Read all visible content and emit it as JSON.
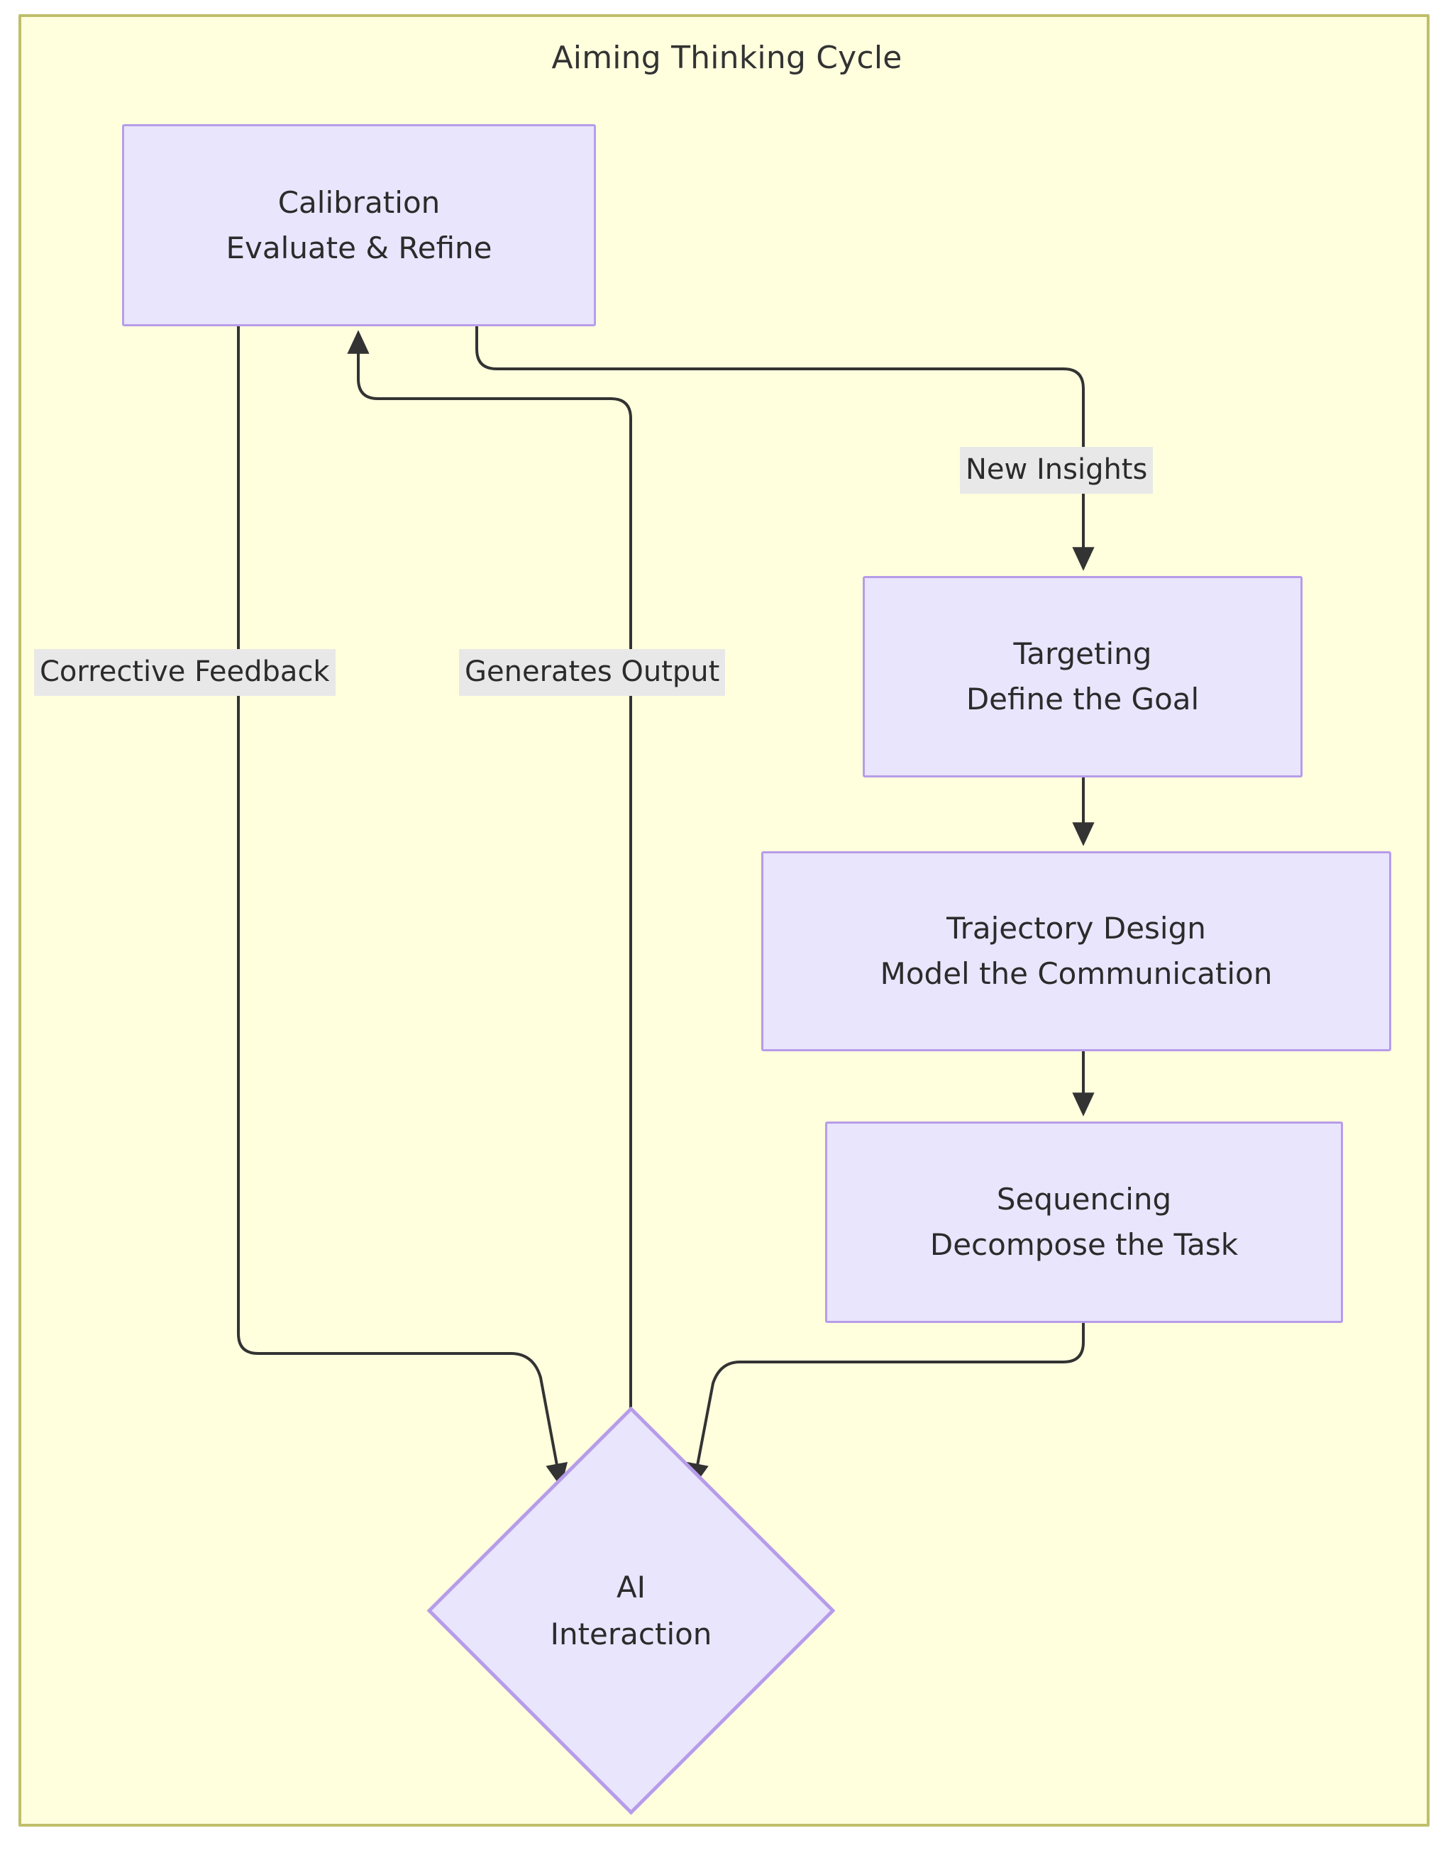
{
  "diagram": {
    "title": "Aiming Thinking Cycle",
    "type": "flowchart",
    "direction": "bottom-to-top-cycle",
    "frame_fill": "#ffffde",
    "frame_border": "#bfbf6b",
    "node_fill": "#e9e5fc",
    "node_border": "#b79cea",
    "edge_color": "#333333",
    "label_bg": "#e8e8e8",
    "text_color": "#2b2b2b"
  },
  "nodes": [
    {
      "id": "calibration",
      "shape": "rectangle",
      "line1": "Calibration",
      "line2": "Evaluate & Refine"
    },
    {
      "id": "targeting",
      "shape": "rectangle",
      "line1": "Targeting",
      "line2": "Define the Goal"
    },
    {
      "id": "trajectory",
      "shape": "rectangle",
      "line1": "Trajectory Design",
      "line2": "Model the Communication"
    },
    {
      "id": "sequencing",
      "shape": "rectangle",
      "line1": "Sequencing",
      "line2": "Decompose the Task"
    },
    {
      "id": "ai-interaction",
      "shape": "diamond",
      "line1": "AI",
      "line2": "Interaction"
    }
  ],
  "edges": [
    {
      "id": "calibration-to-ai",
      "from": "calibration",
      "to": "ai-interaction",
      "label": "Corrective Feedback"
    },
    {
      "id": "ai-to-calibration",
      "from": "ai-interaction",
      "to": "calibration",
      "label": "Generates Output"
    },
    {
      "id": "calibration-to-targeting",
      "from": "calibration",
      "to": "targeting",
      "label": "New Insights"
    },
    {
      "id": "targeting-to-trajectory",
      "from": "targeting",
      "to": "trajectory",
      "label": ""
    },
    {
      "id": "trajectory-to-sequencing",
      "from": "trajectory",
      "to": "sequencing",
      "label": ""
    },
    {
      "id": "sequencing-to-ai",
      "from": "sequencing",
      "to": "ai-interaction",
      "label": ""
    }
  ]
}
